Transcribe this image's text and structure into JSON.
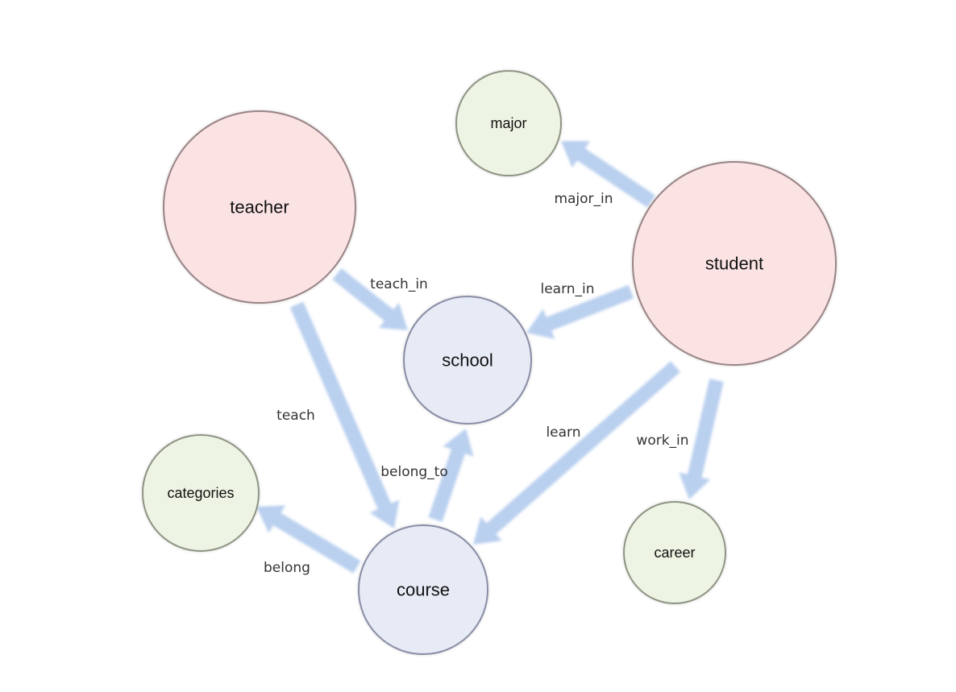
{
  "palette": {
    "person_fill": "#fbe3e4",
    "person_stroke": "#9a8486",
    "place_fill": "#e7ebf6",
    "place_stroke": "#8a8ea6",
    "leaf_fill": "#eef4e3",
    "leaf_stroke": "#8f9585",
    "edge_color": "#aec8ec"
  },
  "nodes": [
    {
      "id": "teacher",
      "label": "teacher",
      "group": "person"
    },
    {
      "id": "student",
      "label": "student",
      "group": "person"
    },
    {
      "id": "school",
      "label": "school",
      "group": "place"
    },
    {
      "id": "course",
      "label": "course",
      "group": "place"
    },
    {
      "id": "major",
      "label": "major",
      "group": "leaf"
    },
    {
      "id": "categories",
      "label": "categories",
      "group": "leaf"
    },
    {
      "id": "career",
      "label": "career",
      "group": "leaf"
    }
  ],
  "edges": [
    {
      "id": "teach_in",
      "source": "teacher",
      "target": "school",
      "label": "teach_in"
    },
    {
      "id": "teach",
      "source": "teacher",
      "target": "course",
      "label": "teach"
    },
    {
      "id": "major_in",
      "source": "student",
      "target": "major",
      "label": "major_in"
    },
    {
      "id": "learn_in",
      "source": "student",
      "target": "school",
      "label": "learn_in"
    },
    {
      "id": "learn",
      "source": "student",
      "target": "course",
      "label": "learn"
    },
    {
      "id": "work_in",
      "source": "student",
      "target": "career",
      "label": "work_in"
    },
    {
      "id": "belong_to",
      "source": "course",
      "target": "school",
      "label": "belong_to"
    },
    {
      "id": "belong",
      "source": "course",
      "target": "categories",
      "label": "belong"
    }
  ]
}
